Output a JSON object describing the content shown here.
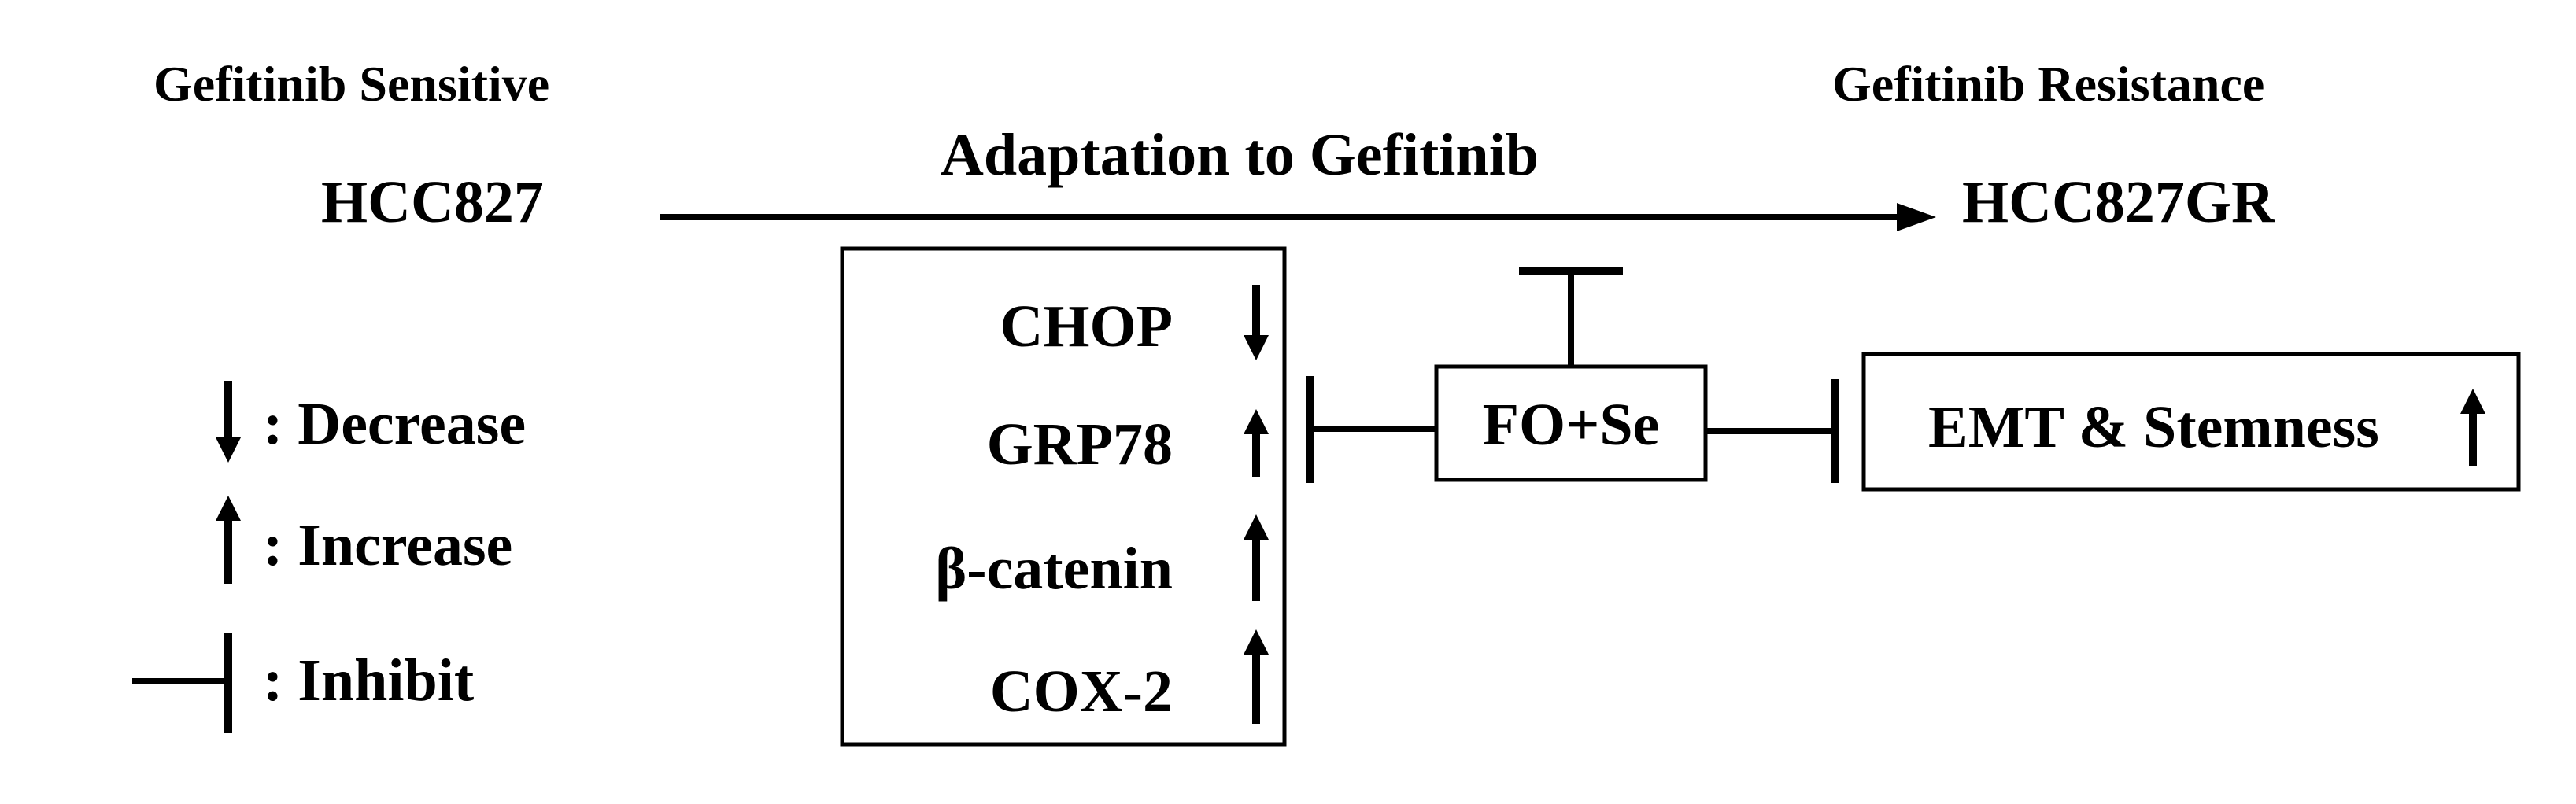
{
  "left_title": "Gefitinib Sensitive",
  "right_title": "Gefitinib Resistance",
  "process_label": "Adaptation to Gefitinib",
  "start_cell": "HCC827",
  "end_cell": "HCC827GR",
  "markers": [
    {
      "label": "CHOP",
      "direction": "down"
    },
    {
      "label": "GRP78",
      "direction": "up"
    },
    {
      "label": "β-catenin",
      "direction": "up"
    },
    {
      "label": "COX-2",
      "direction": "up"
    }
  ],
  "treatment": "FO+Se",
  "outcome": {
    "label": "EMT & Stemness",
    "direction": "up"
  },
  "legend": [
    {
      "symbol": "down-arrow",
      "label": ": Decrease"
    },
    {
      "symbol": "up-arrow",
      "label": ": Increase"
    },
    {
      "symbol": "inhibit",
      "label": ": Inhibit"
    }
  ]
}
